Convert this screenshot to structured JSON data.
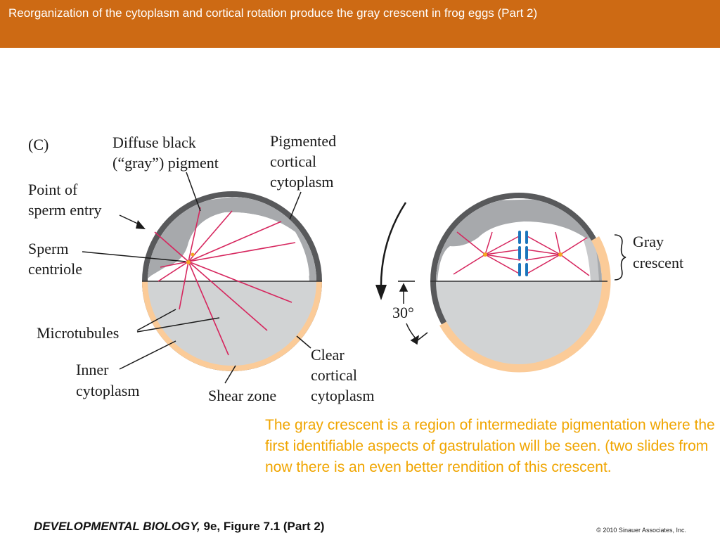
{
  "header": {
    "title": "Reorganization of the cytoplasm and cortical rotation produce the gray crescent in frog eggs (Part 2)"
  },
  "diagram": {
    "panel_label": "(C)",
    "labels": {
      "diffuse_pigment_1": "Diffuse black",
      "diffuse_pigment_2": "(“gray”) pigment",
      "pigmented_cortical_1": "Pigmented",
      "pigmented_cortical_2": "cortical",
      "pigmented_cortical_3": "cytoplasm",
      "sperm_entry_1": "Point of",
      "sperm_entry_2": "sperm entry",
      "sperm_centriole_1": "Sperm",
      "sperm_centriole_2": "centriole",
      "microtubules": "Microtubules",
      "inner_cytoplasm_1": "Inner",
      "inner_cytoplasm_2": "cytoplasm",
      "shear_zone": "Shear zone",
      "clear_cortical_1": "Clear",
      "clear_cortical_2": "cortical",
      "clear_cortical_3": "cytoplasm",
      "gray_crescent_1": "Gray",
      "gray_crescent_2": "crescent",
      "rotation_angle": "30°"
    },
    "colors": {
      "cortex_dark": "#58595b",
      "gray_pigment": "#a7a9ac",
      "inner_cytoplasm": "#d1d3d4",
      "clear_cortex": "#fbcb98",
      "microtubule": "#d6265e",
      "centriole": "#f5a623",
      "chromosome": "#1b75bc"
    }
  },
  "caption": {
    "text": "The gray crescent is a region of intermediate pigmentation where the first identifiable aspects of gastrulation will be seen.  (two slides from now there is an even better rendition of this crescent."
  },
  "footer": {
    "book_title": "DEVELOPMENTAL BIOLOGY,",
    "book_edition": " 9e, Figure 7.1 (Part 2)",
    "copyright": "© 2010 Sinauer Associates, Inc."
  }
}
